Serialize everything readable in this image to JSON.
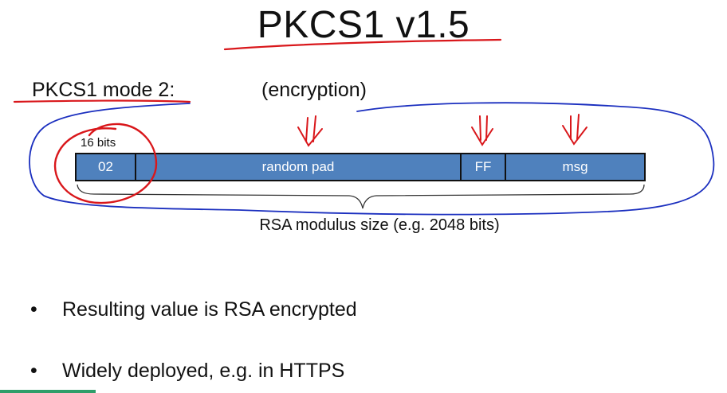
{
  "slide": {
    "title": "PKCS1 v1.5",
    "mode_label": "PKCS1 mode 2:",
    "purpose_label": "(encryption)"
  },
  "diagram": {
    "bits_annotation": "16 bits",
    "segments": [
      {
        "label": "02"
      },
      {
        "label": "random pad"
      },
      {
        "label": "FF"
      },
      {
        "label": "msg"
      }
    ],
    "modulus_label": "RSA modulus size  (e.g. 2048 bits)",
    "block_color": "#4f81bd",
    "segment_text_color": "#ffffff"
  },
  "annotations": {
    "red_ink": "#d9171b",
    "blue_ink": "#1b2fbf"
  },
  "bullets": [
    {
      "text": "Resulting value is RSA encrypted"
    },
    {
      "text": "Widely deployed, e.g.  in HTTPS"
    }
  ]
}
